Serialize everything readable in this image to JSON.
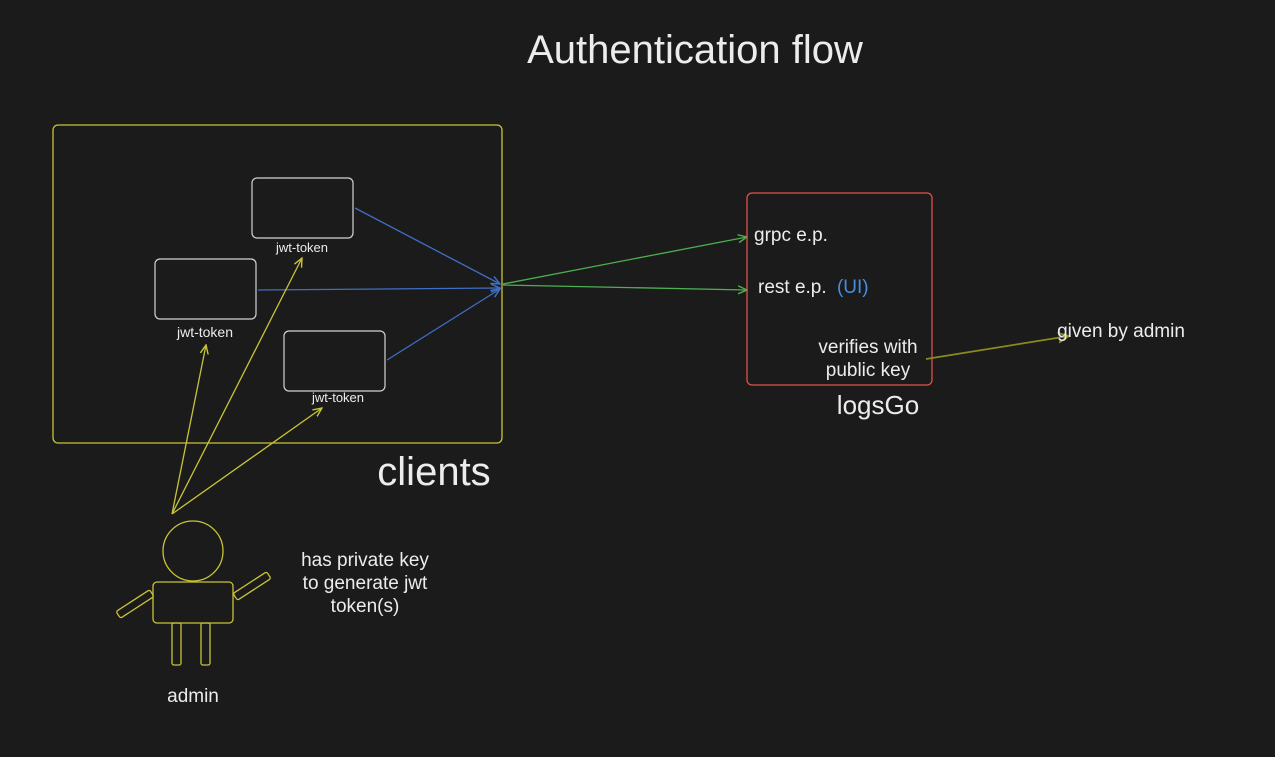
{
  "title": "Authentication flow",
  "clients": {
    "label": "clients",
    "token_labels": [
      "jwt-token",
      "jwt-token",
      "jwt-token"
    ]
  },
  "logsgo": {
    "label": "logsGo",
    "grpc_label": "grpc e.p.",
    "rest_label": "rest e.p.",
    "rest_ui_label": "(UI)",
    "verifies_line1": "verifies with",
    "verifies_line2": "public key",
    "given_by_admin": "given by admin"
  },
  "admin": {
    "label": "admin",
    "note_line1": "has private key",
    "note_line2": "to generate jwt",
    "note_line3": "token(s)"
  },
  "colors": {
    "background": "#1b1b1b",
    "clients_box": "#c9c437",
    "logsgo_box": "#e0524d",
    "client_arrows": "#3f6fc4",
    "endpoint_arrows": "#4caf50",
    "admin_arrows": "#c9c437",
    "public_key_arrow": "#8d8a1c",
    "ui_text": "#4a8de0",
    "text": "#ececec"
  }
}
